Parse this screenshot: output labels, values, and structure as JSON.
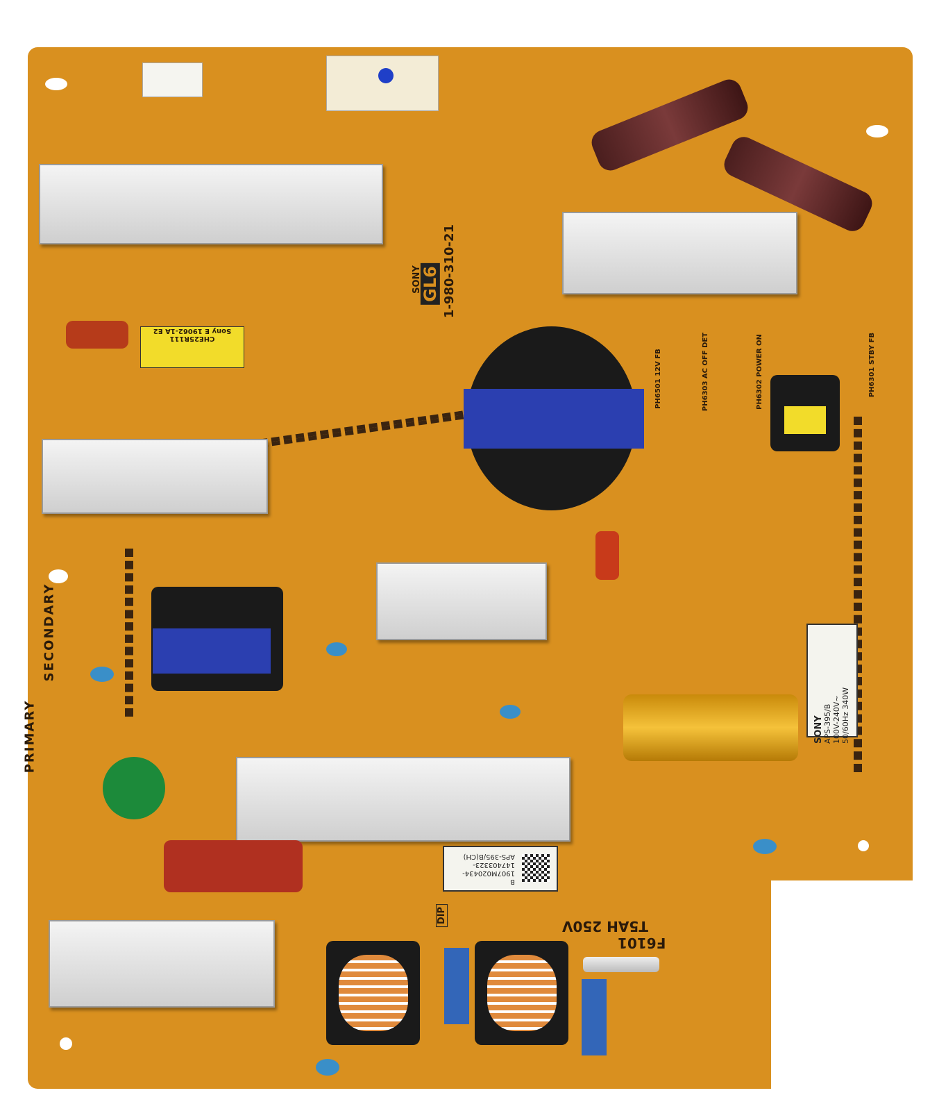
{
  "board": {
    "silkscreen": {
      "primary": "PRIMARY",
      "secondary": "SECONDARY",
      "fuse_ref": "F6101",
      "fuse_rating": "T5AH 250V",
      "part_number": "1-980-310-21",
      "maker": "SONY",
      "grade": "GL6",
      "dip": "DIP",
      "ph6501": "PH6501 12V FB",
      "ph6303": "PH6303 AC OFF DET",
      "ph6302": "PH6302 POWER ON",
      "ph6301": "PH6301 STBY FB"
    },
    "rating_label": {
      "brand": "SONY",
      "model": "APS-395/B",
      "input": "100V-240V~",
      "freq_power": "50/60Hz 340W"
    },
    "serial_label": {
      "model": "APS-395/B(CH)",
      "line1": "147403323-",
      "line2": "1907M020434-",
      "line3": "B"
    },
    "transformer_label": {
      "line1": "CHE25R111",
      "line2": "Sony E 19062-1A E2"
    },
    "colors": {
      "pcb": "#d9901f",
      "heatsink": "#dcdcdc",
      "transformer_tape": "#2b3fb0"
    }
  }
}
